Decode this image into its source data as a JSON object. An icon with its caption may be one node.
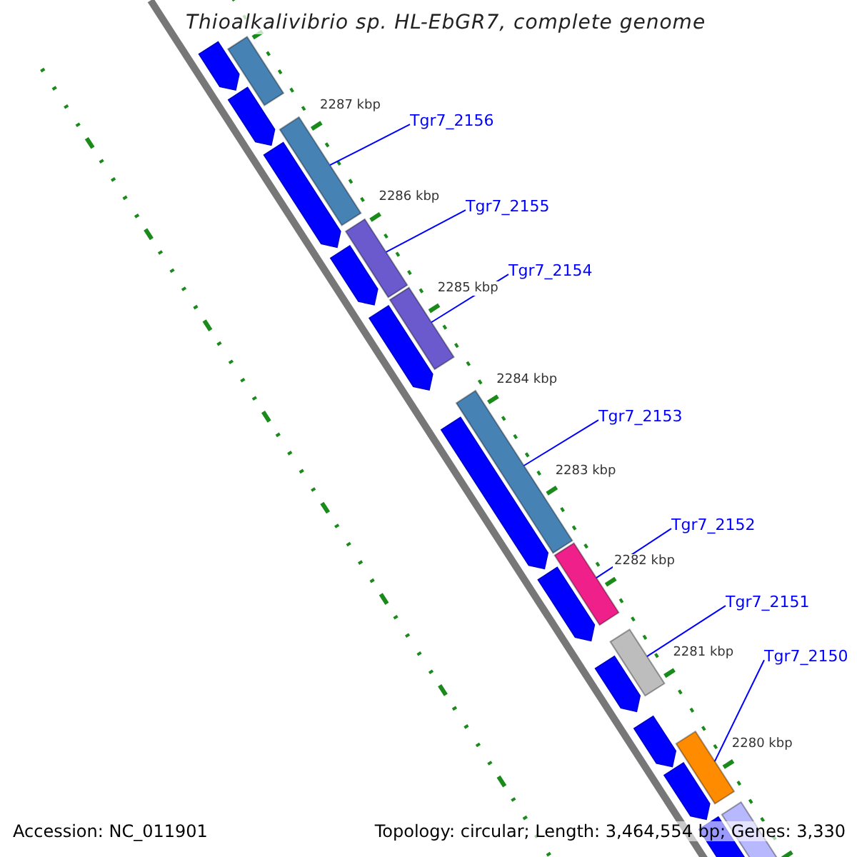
{
  "diagram": {
    "title": "Thioalkalivibrio sp. HL-EbGR7, complete genome",
    "nodes": [
      {
        "text": [
          "Tgr7_2156"
        ]
      },
      {
        "text": [
          "Tgr7_2155"
        ]
      },
      {
        "text": [
          "Tgr7_2154"
        ]
      },
      {
        "text": [
          "Tgr7_2153"
        ]
      },
      {
        "text": [
          "Tgr7_2152"
        ]
      },
      {
        "text": [
          "Tgr7_2151"
        ]
      },
      {
        "text": [
          "Tgr7_2150"
        ]
      },
      {
        "text": [],
        "shape": "bar"
      },
      {
        "text": [],
        "shape": "bar"
      },
      {
        "text": [],
        "shape": "bar"
      },
      {
        "text": [],
        "shape": "bar"
      },
      {
        "text": [],
        "shape": "bar"
      },
      {
        "text": [],
        "shape": "bar"
      },
      {
        "text": [],
        "shape": "bar"
      },
      {
        "text": [],
        "shape": "bar"
      },
      {
        "text": [],
        "shape": "bar"
      },
      {
        "text": [],
        "shape": "pentagon"
      },
      {
        "text": [],
        "shape": "pentagon"
      },
      {
        "text": [],
        "shape": "pentagon"
      },
      {
        "text": [],
        "shape": "pentagon"
      },
      {
        "text": [],
        "shape": "pentagon"
      },
      {
        "text": [],
        "shape": "pentagon"
      },
      {
        "text": [],
        "shape": "pentagon"
      },
      {
        "text": [],
        "shape": "pentagon"
      },
      {
        "text": [],
        "shape": "pentagon"
      },
      {
        "text": [],
        "shape": "pentagon"
      },
      {
        "text": [],
        "shape": "pentagon"
      }
    ],
    "edges": [
      {
        "from": 0,
        "to": 7,
        "arrow": "none"
      },
      {
        "from": 1,
        "to": 8,
        "arrow": "none"
      },
      {
        "from": 2,
        "to": 9,
        "arrow": "none"
      },
      {
        "from": 3,
        "to": 10,
        "arrow": "none"
      },
      {
        "from": 4,
        "to": 11,
        "arrow": "none"
      },
      {
        "from": 5,
        "to": 12,
        "arrow": "none"
      },
      {
        "from": 6,
        "to": 13,
        "arrow": "none"
      }
    ],
    "labels": [
      "2287 kbp",
      "2286 kbp",
      "2285 kbp",
      "2284 kbp",
      "2283 kbp",
      "2282 kbp",
      "2281 kbp",
      "2280 kbp",
      "Accession: NC_011901",
      "Topology: circular; Length: 3,464,554 bp; Genes: 3,330"
    ]
  }
}
